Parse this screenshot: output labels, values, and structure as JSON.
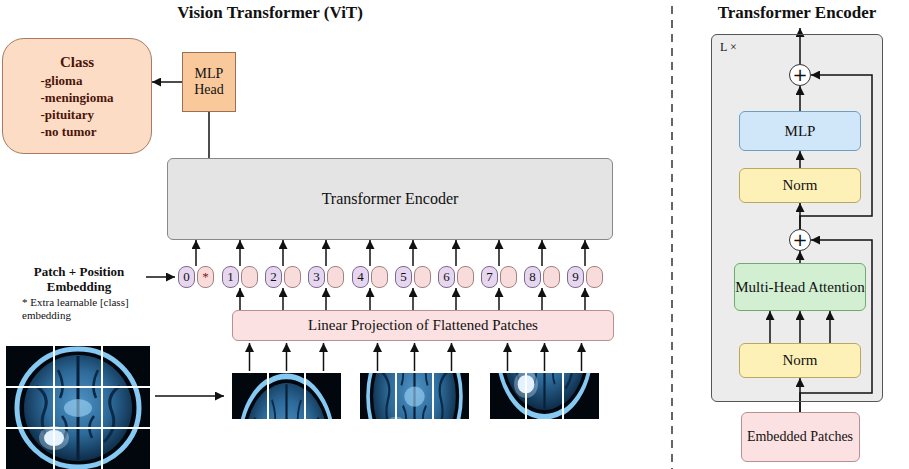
{
  "diagram": {
    "title": "Vision Transformer (ViT)",
    "nodes": [
      {
        "text": [
          "Class",
          "-glioma",
          "-meningioma",
          "-pituitary",
          "-no tumor"
        ]
      },
      {
        "text": [
          "MLP Head"
        ]
      },
      {
        "text": [
          "Transformer Encoder"
        ]
      },
      {
        "text": [
          "0",
          "*"
        ]
      },
      {
        "text": [
          "1"
        ]
      },
      {
        "text": [
          "2"
        ]
      },
      {
        "text": [
          "3"
        ]
      },
      {
        "text": [
          "4"
        ]
      },
      {
        "text": [
          "5"
        ]
      },
      {
        "text": [
          "6"
        ]
      },
      {
        "text": [
          "7"
        ]
      },
      {
        "text": [
          "8"
        ]
      },
      {
        "text": [
          "9"
        ]
      },
      {
        "text": [
          "Linear Projection of Flattened Patches"
        ]
      },
      {
        "text": [
          "Transformer Encoder",
          "L ×"
        ]
      },
      {
        "text": [
          "+"
        ],
        "in": 14
      },
      {
        "text": [
          "MLP"
        ],
        "in": 14
      },
      {
        "text": [
          "Norm"
        ],
        "in": 14
      },
      {
        "text": [
          "+"
        ],
        "in": 14
      },
      {
        "text": [
          "Multi-Head Attention"
        ],
        "in": 14
      },
      {
        "text": [
          "Norm"
        ],
        "in": 14
      },
      {
        "text": [
          "Embedded Patches"
        ]
      }
    ],
    "edges": [
      {
        "from": 1,
        "to": 0,
        "arrow": "to"
      },
      {
        "from": 2,
        "to": 1,
        "arrow": "none"
      },
      {
        "from": 3,
        "to": 2,
        "arrow": "to"
      },
      {
        "from": 4,
        "to": 2,
        "arrow": "to"
      },
      {
        "from": 5,
        "to": 2,
        "arrow": "to"
      },
      {
        "from": 6,
        "to": 2,
        "arrow": "to"
      },
      {
        "from": 7,
        "to": 2,
        "arrow": "to"
      },
      {
        "from": 8,
        "to": 2,
        "arrow": "to"
      },
      {
        "from": 9,
        "to": 2,
        "arrow": "to"
      },
      {
        "from": 10,
        "to": 2,
        "arrow": "to"
      },
      {
        "from": 11,
        "to": 2,
        "arrow": "to"
      },
      {
        "from": 12,
        "to": 2,
        "arrow": "to"
      },
      {
        "from": 13,
        "to": 4,
        "arrow": "to"
      },
      {
        "from": 13,
        "to": 5,
        "arrow": "to"
      },
      {
        "from": 13,
        "to": 6,
        "arrow": "to"
      },
      {
        "from": 13,
        "to": 7,
        "arrow": "to"
      },
      {
        "from": 13,
        "to": 8,
        "arrow": "to"
      },
      {
        "from": 13,
        "to": 9,
        "arrow": "to"
      },
      {
        "from": 13,
        "to": 10,
        "arrow": "to"
      },
      {
        "from": 13,
        "to": 11,
        "arrow": "to"
      },
      {
        "from": 13,
        "to": 12,
        "arrow": "to"
      },
      {
        "from": 21,
        "to": 20,
        "arrow": "to"
      },
      {
        "from": 21,
        "to": 18,
        "arrow": "to"
      },
      {
        "from": 20,
        "to": 19,
        "arrow": "to"
      },
      {
        "from": 19,
        "to": 18,
        "arrow": "to"
      },
      {
        "from": 18,
        "to": 17,
        "arrow": "to"
      },
      {
        "from": 17,
        "to": 16,
        "arrow": "to"
      },
      {
        "from": 16,
        "to": 15,
        "arrow": "to"
      },
      {
        "from": 18,
        "to": 15,
        "arrow": "to"
      }
    ],
    "labels": [
      "Patch + Position Embedding",
      "* Extra learnable [class] embedding"
    ]
  }
}
